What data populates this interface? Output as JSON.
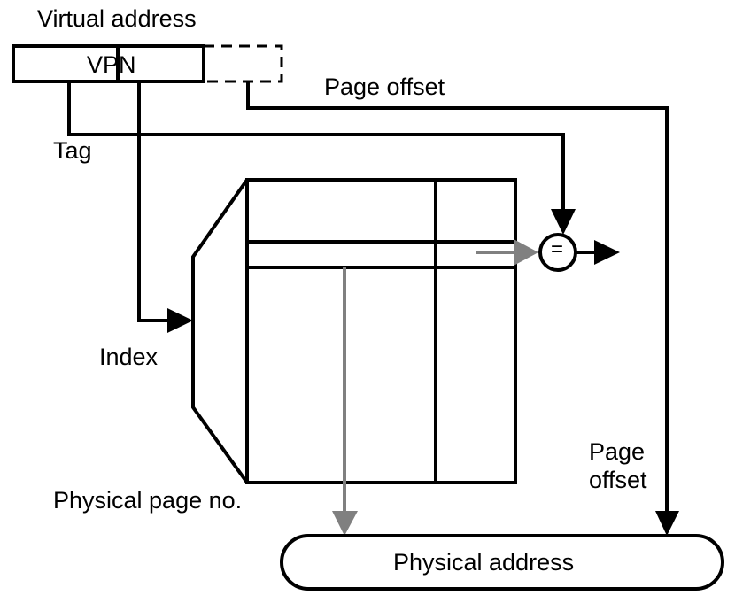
{
  "diagram": {
    "title": "Virtual address",
    "virtual_address_field": "VPN",
    "labels": {
      "page_offset_top": "Page offset",
      "tag": "Tag",
      "index": "Index",
      "physical_page_no": "Physical page no.",
      "page_offset_bottom_line1": "Page",
      "page_offset_bottom_line2": "offset"
    },
    "comparator_symbol": "=",
    "physical_address": "Physical address",
    "colors": {
      "line": "#000000",
      "data_path": "#808080",
      "background": "#ffffff"
    }
  }
}
